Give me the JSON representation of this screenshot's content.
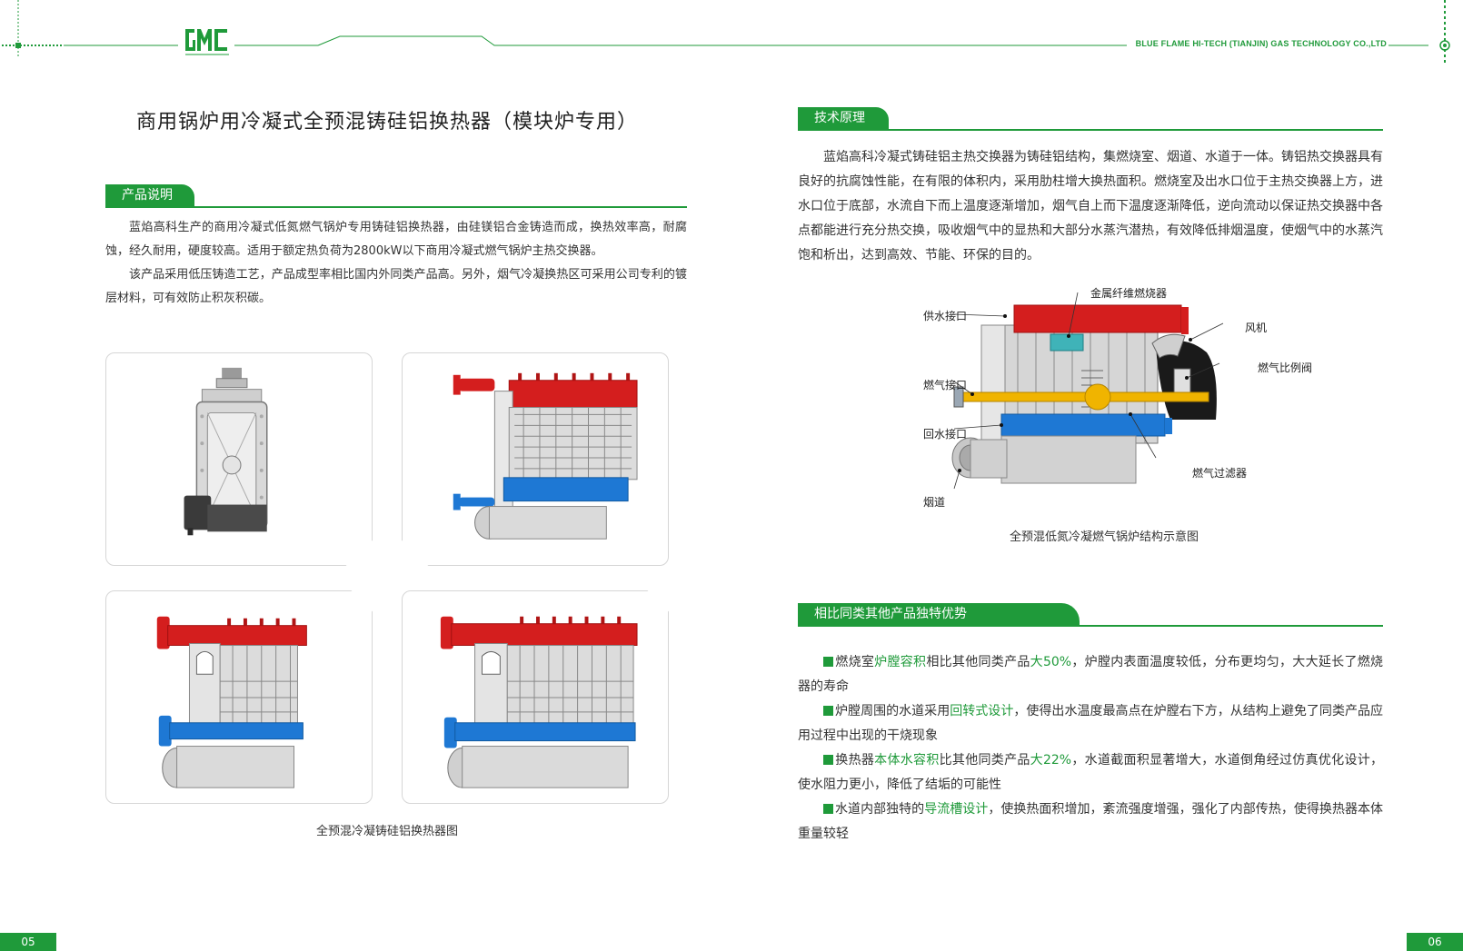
{
  "header": {
    "logo_text": "GMC",
    "company": "BLUE FLAME HI-TECH (TIANJIN) GAS TECHNOLOGY CO.,LTD",
    "brand_color": "#1f9a3a"
  },
  "left": {
    "title": "商用锅炉用冷凝式全预混铸硅铝换热器（模块炉专用）",
    "section1": {
      "heading": "产品说明",
      "paragraphs": [
        "蓝焰高科生产的商用冷凝式低氮燃气锅炉专用铸硅铝换热器，由硅镁铝合金铸造而成，换热效率高，耐腐蚀，经久耐用，硬度较高。适用于额定热负荷为2800kW以下商用冷凝式燃气锅炉主热交换器。",
        "该产品采用低压铸造工艺，产品成型率相比国内外同类产品高。另外，烟气冷凝换热区可采用公司专利的镀层材料，可有效防止积灰积碳。"
      ]
    },
    "gallery_caption": "全预混冷凝铸硅铝换热器图",
    "page_number": "05"
  },
  "right": {
    "section1": {
      "heading": "技术原理",
      "paragraph": "蓝焰高科冷凝式铸硅铝主热交换器为铸硅铝结构，集燃烧室、烟道、水道于一体。铸铝热交换器具有良好的抗腐蚀性能，在有限的体积内，采用肋柱增大换热面积。燃烧室及出水口位于主热交换器上方，进水口位于底部，水流自下而上温度逐渐增加，烟气自上而下温度逐渐降低，逆向流动以保证热交换器中各点都能进行充分热交换，吸收烟气中的显热和大部分水蒸汽潜热，有效降低排烟温度，使烟气中的水蒸汽饱和析出，达到高效、节能、环保的目的。"
    },
    "diagram": {
      "labels": {
        "supply_water": "供水接口",
        "burner": "金属纤维燃烧器",
        "fan": "风机",
        "gas_valve": "燃气比例阀",
        "gas_inlet": "燃气接口",
        "return_water": "回水接口",
        "gas_filter": "燃气过滤器",
        "flue": "烟道"
      },
      "caption": "全预混低氮冷凝燃气锅炉结构示意图"
    },
    "section2": {
      "heading": "相比同类其他产品独特优势",
      "items": [
        {
          "a": "燃烧室",
          "h1": "炉膛容积",
          "b": "相比其他同类产品",
          "h2": "大50%",
          "c": "，炉膛内表面温度较低，分布更均匀，大大延长了燃烧器的寿命"
        },
        {
          "a": "炉膛周围的水道采用",
          "h1": "回转式设计",
          "b": "，使得出水温度最高点在炉膛右下方，从结构上避免了同类产品应用过程中出现的干烧现象",
          "h2": "",
          "c": ""
        },
        {
          "a": "换热器",
          "h1": "本体水容积",
          "b": "比其他同类产品",
          "h2": "大22%",
          "c": "，水道截面积显著增大，水道倒角经过仿真优化设计，使水阻力更小，降低了结垢的可能性"
        },
        {
          "a": "水道内部独特的",
          "h1": "导流槽设计",
          "b": "，使换热面积增加，紊流强度增强，强化了内部传热，使得换热器本体重量较轻",
          "h2": "",
          "c": ""
        }
      ]
    },
    "page_number": "06"
  }
}
